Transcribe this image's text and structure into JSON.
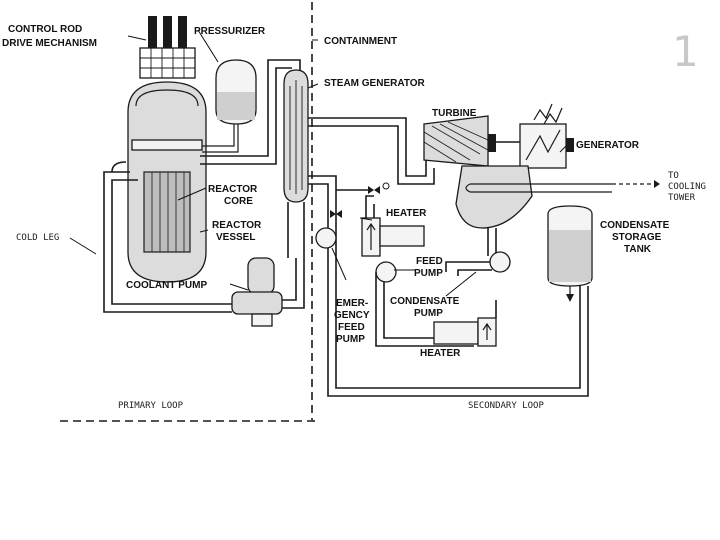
{
  "slide_number": "1",
  "labels": {
    "control_rod_line1": "CONTROL ROD",
    "control_rod_line2": "DRIVE MECHANISM",
    "pressurizer": "PRESSURIZER",
    "containment": "CONTAINMENT",
    "steam_generator": "STEAM GENERATOR",
    "turbine": "TURBINE",
    "generator": "GENERATOR",
    "to_cooling_line1": "TO",
    "to_cooling_line2": "COOLING",
    "to_cooling_line3": "TOWER",
    "reactor_core_line1": "REACTOR",
    "reactor_core_line2": "CORE",
    "reactor_vessel_line1": "REACTOR",
    "reactor_vessel_line2": "VESSEL",
    "cold_leg": "COLD LEG",
    "coolant_pump": "COOLANT PUMP",
    "heater_upper": "HEATER",
    "feed_pump_line1": "FEED",
    "feed_pump_line2": "PUMP",
    "condensate_storage_line1": "CONDENSATE",
    "condensate_storage_line2": "STORAGE",
    "condensate_storage_line3": "TANK",
    "emergency_line1": "EMER-",
    "emergency_line2": "GENCY",
    "emergency_line3": "FEED",
    "emergency_line4": "PUMP",
    "condensate_pump_line1": "CONDENSATE",
    "condensate_pump_line2": "PUMP",
    "heater_lower": "HEATER",
    "primary_loop": "PRIMARY LOOP",
    "secondary_loop": "SECONDARY LOOP"
  },
  "colors": {
    "ink": "#1a1a1a",
    "slide_number": "#c8c8c8"
  }
}
